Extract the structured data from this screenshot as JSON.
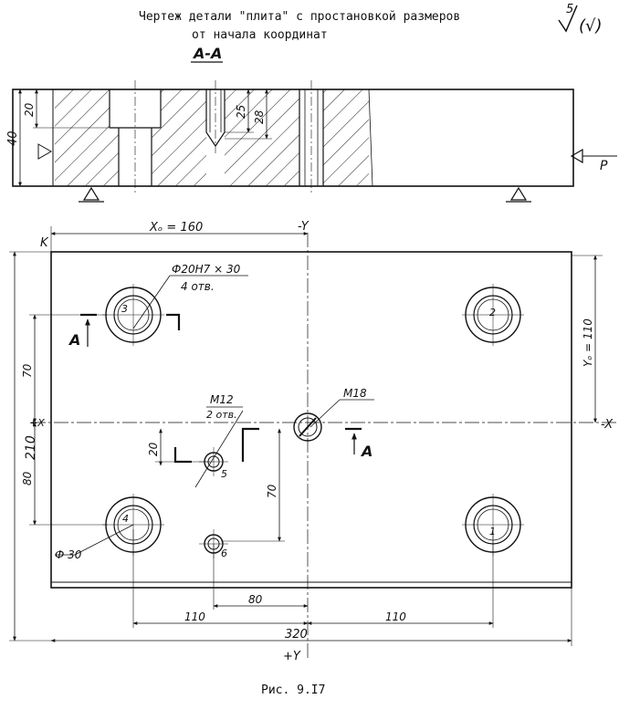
{
  "header": {
    "title_line1": "Чертеж детали \"плита\" с простановкой размеров",
    "title_line2": "от  начала координат",
    "roughness_value": "5",
    "roughness_paren": "(√)"
  },
  "section": {
    "label": "А-А",
    "dim_total": "40",
    "dim_counterbore": "20",
    "dim_thread": "25",
    "dim_hole": "28",
    "force_label": "P"
  },
  "plan": {
    "corner_label": "K",
    "dim_x0": "Xₒ = 160",
    "axis_minus_y": "-Y",
    "axis_plus_y": "+Y",
    "axis_minus_x": "-X",
    "axis_plus_x": "+X",
    "dim_y0": "Yₒ = 110",
    "dim_height": "210",
    "dim_70_left": "70",
    "dim_80_left": "80",
    "dim_20": "20",
    "dim_70_mid": "70",
    "dim_80_bottom": "80",
    "dim_110_left": "110",
    "dim_110_right": "110",
    "dim_width": "320",
    "callout_big_hole_1": "Ф20Н7 × 30",
    "callout_big_hole_2": "4 отв.",
    "callout_m12_1": "M12",
    "callout_m12_2": "2 отв.",
    "callout_m18": "M18",
    "callout_d30": "Ф 30",
    "section_arrow_label": "A",
    "hole_numbers": [
      "1",
      "2",
      "3",
      "4",
      "5",
      "6"
    ]
  },
  "caption": "Рис. 9.I7"
}
